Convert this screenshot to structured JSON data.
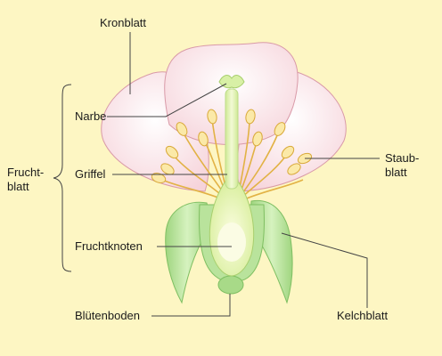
{
  "labels": {
    "kronblatt": "Kronblatt",
    "narbe": "Narbe",
    "griffel": "Griffel",
    "fruchtknoten": "Fruchtknoten",
    "bluetenboden": "Blütenboden",
    "staubblatt_line1": "Staub-",
    "staubblatt_line2": "blatt",
    "fruchtblatt_line1": "Frucht-",
    "fruchtblatt_line2": "blatt",
    "kelchblatt": "Kelchblatt"
  },
  "colors": {
    "background": "#fdf6c3",
    "petal": "#fbe6ea",
    "petal_stroke": "#d99aa8",
    "pistil": "#d8f0a6",
    "sepal": "#b8e29a",
    "stamen": "#f3c85e",
    "anther": "#fbe9a8",
    "leader": "#444444"
  }
}
